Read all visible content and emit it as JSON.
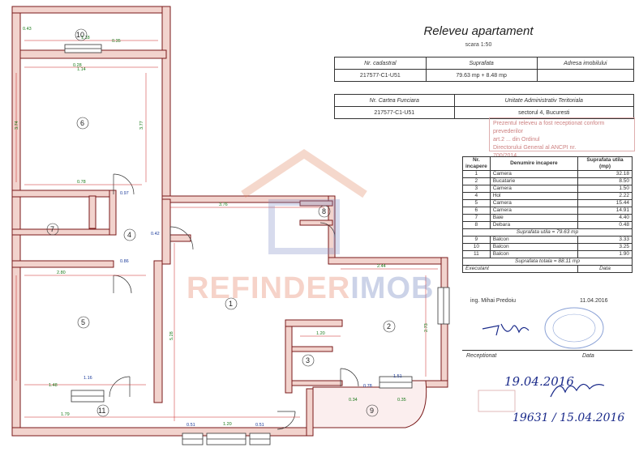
{
  "header": {
    "title": "Releveu apartament",
    "scale": "scara 1:50"
  },
  "cadastral_table": {
    "h1": "Nr. cadastral",
    "h2": "Suprafata",
    "h3": "Adresa imobilului",
    "v1": "217577-C1-U51",
    "v2": "79.63 mp + 8.48 mp",
    "v3": ""
  },
  "carte_table": {
    "h1": "Nr. Cartea Funciara",
    "h2": "Unitate Administrativ Teritoriala",
    "v1": "217577-C1-U51",
    "v2": "sectorul 4, Bucuresti"
  },
  "stamp_top": {
    "l1": "Prezentul releveu a fost receptionat conform prevederilor",
    "l2": "art.2 ... din Ordinul",
    "l3": "Directorului General al ANCPI nr.",
    "l4": "700/2014"
  },
  "rooms_table": {
    "header_nr": "Nr. incapere",
    "header_name": "Denumire incapere",
    "header_area": "Suprafata utila (mp)",
    "rows": [
      {
        "nr": "1",
        "name": "Camera",
        "area": "32.18"
      },
      {
        "nr": "2",
        "name": "Bucatarie",
        "area": "8.50"
      },
      {
        "nr": "3",
        "name": "Camera",
        "area": "1.50"
      },
      {
        "nr": "4",
        "name": "Hol",
        "area": "2.22"
      },
      {
        "nr": "5",
        "name": "Camera",
        "area": "15.44"
      },
      {
        "nr": "6",
        "name": "Camera",
        "area": "14.91"
      },
      {
        "nr": "7",
        "name": "Baie",
        "area": "4.40"
      },
      {
        "nr": "8",
        "name": "Debara",
        "area": "0.48"
      }
    ],
    "sum_useful": "Suprafata utila = 79.63 mp",
    "balconies": [
      {
        "nr": "9",
        "name": "Balcon",
        "area": "3.33"
      },
      {
        "nr": "10",
        "name": "Balcon",
        "area": "3.25"
      },
      {
        "nr": "11",
        "name": "Balcon",
        "area": "1.90"
      }
    ],
    "sum_total": "Suprafata totala = 88.11 mp",
    "exec_label": "Executant",
    "date_label": "Data",
    "exec_name": "ing. Mihai Predoiu",
    "exec_date": "11.04.2016"
  },
  "reception": {
    "label": "Receptionat",
    "date_label": "Data",
    "hand_date1": "19.04.2016",
    "hand_ref": "19631 / 15.04.2016"
  },
  "watermark": {
    "part1": "REFINDER",
    "part2": "IMOB"
  },
  "room_numbers": [
    "1",
    "2",
    "3",
    "4",
    "5",
    "6",
    "7",
    "8",
    "9",
    "10",
    "11"
  ],
  "colors": {
    "wall_fill": "#f2d3cd",
    "wall_stroke": "#7a1a1a",
    "dim_red": "#cc2222",
    "dim_green": "#1a7a1a",
    "dim_blue": "#1a3a9a"
  }
}
